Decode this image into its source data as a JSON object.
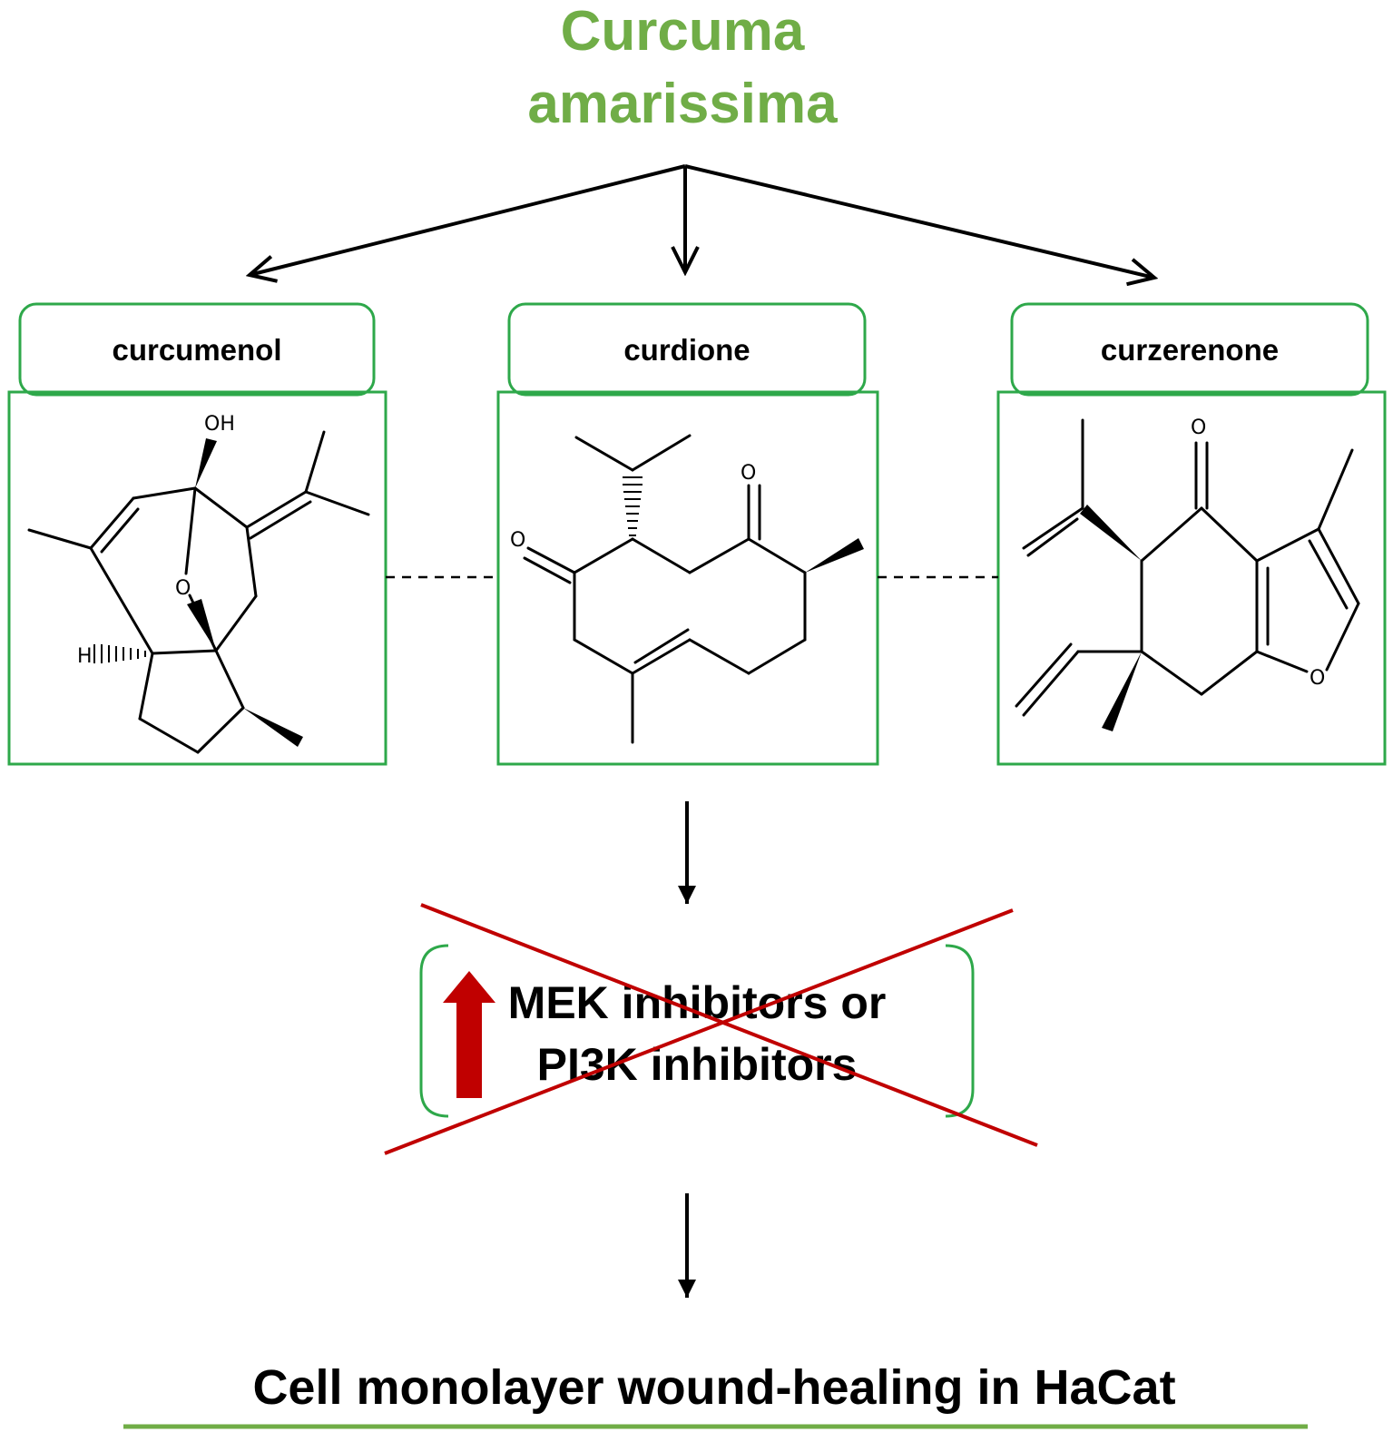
{
  "title": {
    "line1": "Curcuma",
    "line2": "amarissima",
    "color": "#70ad47"
  },
  "compounds": [
    {
      "name": "curcumenol",
      "atoms": {
        "hydroxyl": "OH",
        "ether_oxygen": "O",
        "hydrogen": "H"
      }
    },
    {
      "name": "curdione",
      "atoms": {
        "ketone_left": "O",
        "ketone_right": "O"
      }
    },
    {
      "name": "curzerenone",
      "atoms": {
        "ketone": "O",
        "furan_oxygen": "O"
      }
    }
  ],
  "effect": {
    "line1": "MEK inhibitors or",
    "line2": "PI3K inhibitors",
    "arrow_direction": "up",
    "arrow_color": "#c00000",
    "crossed_out": true,
    "cross_color": "#c00000"
  },
  "outcome": {
    "text": "Cell monolayer wound-healing in HaCat",
    "underline_color": "#70ad47"
  },
  "colors": {
    "box_border": "#2ea84a",
    "arrows": "#000000",
    "text": "#000000"
  }
}
